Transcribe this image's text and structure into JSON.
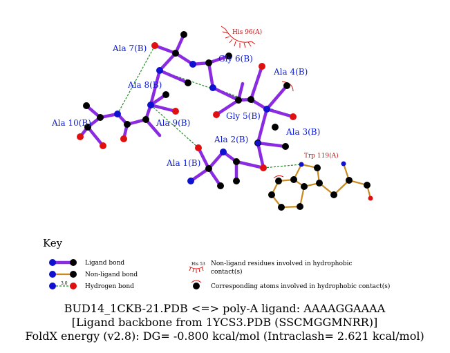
{
  "residue_labels": {
    "his96": "His 96(A)",
    "ala7": "Ala 7(B)",
    "gly6": "Gly 6(B)",
    "ala4": "Ala 4(B)",
    "ala8": "Ala 8(B)",
    "gly5": "Gly 5(B)",
    "ala10": "Ala 10(B)",
    "ala9": "Ala 9(B)",
    "ala3": "Ala 3(B)",
    "ala2": "Ala 2(B)",
    "trp119": "Trp 119(A)",
    "ala1": "Ala 1(B)"
  },
  "key": {
    "title": "Key",
    "ligand_bond": "Ligand bond",
    "nonligand_bond": "Non-ligand bond",
    "hydrogen_bond": "Hydrogen bond",
    "his53": "His 53",
    "nonligand_residues_line1": "Non-ligand residues involved in hydrophobic",
    "nonligand_residues_line2": "contact(s)",
    "corresponding_atoms": "Corresponding atoms involved in hydrophobic contact(s)",
    "hbond_distance": "3.0"
  },
  "caption": {
    "line1": "BUD14_1CKB-21.PDB <=> poly-A ligand: AAAAGGAAAA",
    "line2": "[Ligand backbone from 1YCS3.PDB (SSCMGGMNRR)]",
    "line3": "FoldX energy (v2.8): DG= -0.800 kcal/mol (Intraclash= 2.621 kcal/mol)"
  },
  "colors": {
    "ligand_bond": "#8a2be2",
    "nonligand_bond": "#c88a1e",
    "hydrogen_bond": "#1e8a1e",
    "carbon": "#000000",
    "nitrogen": "#1010d0",
    "oxygen": "#e01010",
    "ligand_label": "#0b1bd8",
    "nonligand_label": "#c21010"
  }
}
